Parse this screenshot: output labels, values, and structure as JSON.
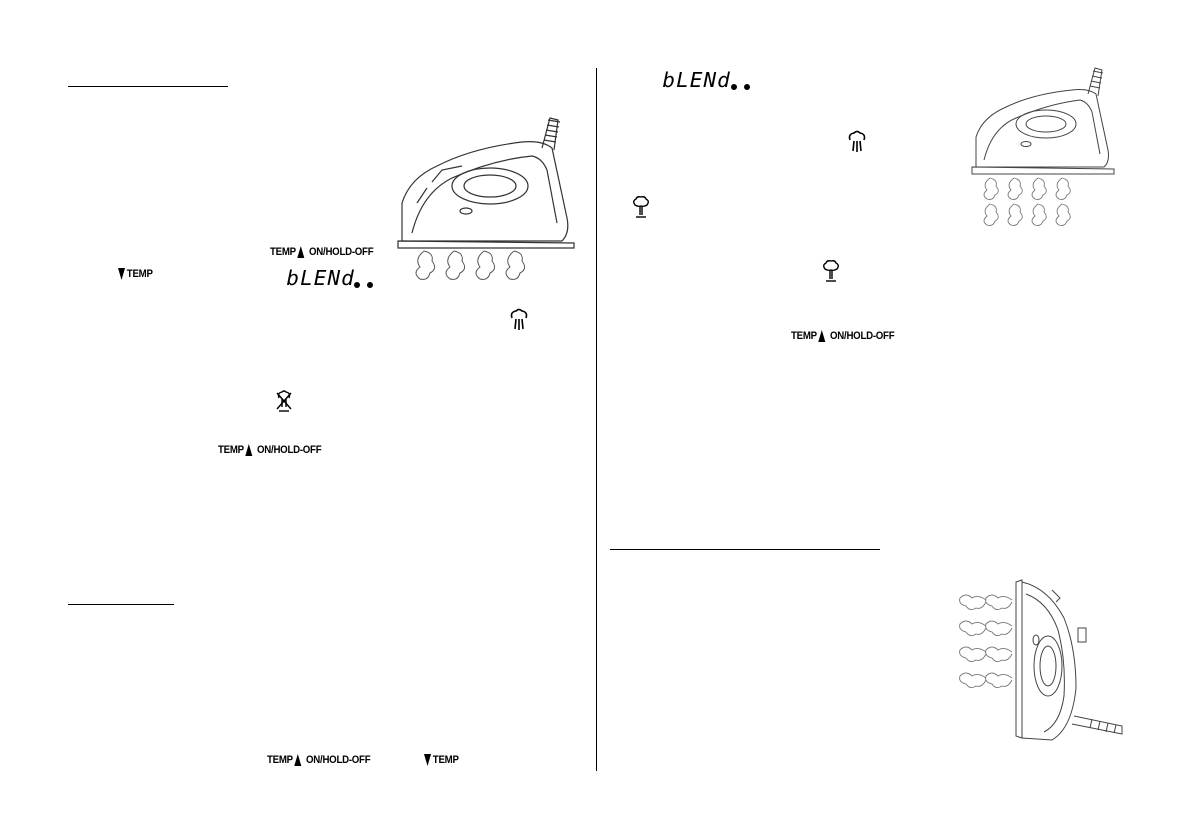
{
  "page": {
    "background": "#ffffff",
    "ink": "#000000"
  },
  "labels": {
    "temp_up_on_hold_off": "TEMP",
    "on_hold_off": "ON/HOLD-OFF",
    "temp_down": "TEMP"
  },
  "displays": {
    "lcd_text": "bLENd"
  },
  "icons": {
    "steam": "steam-burst-icon",
    "no_steam": "no-steam-icon",
    "shot": "steam-shot-icon",
    "iron": "steam-iron-illustration"
  }
}
